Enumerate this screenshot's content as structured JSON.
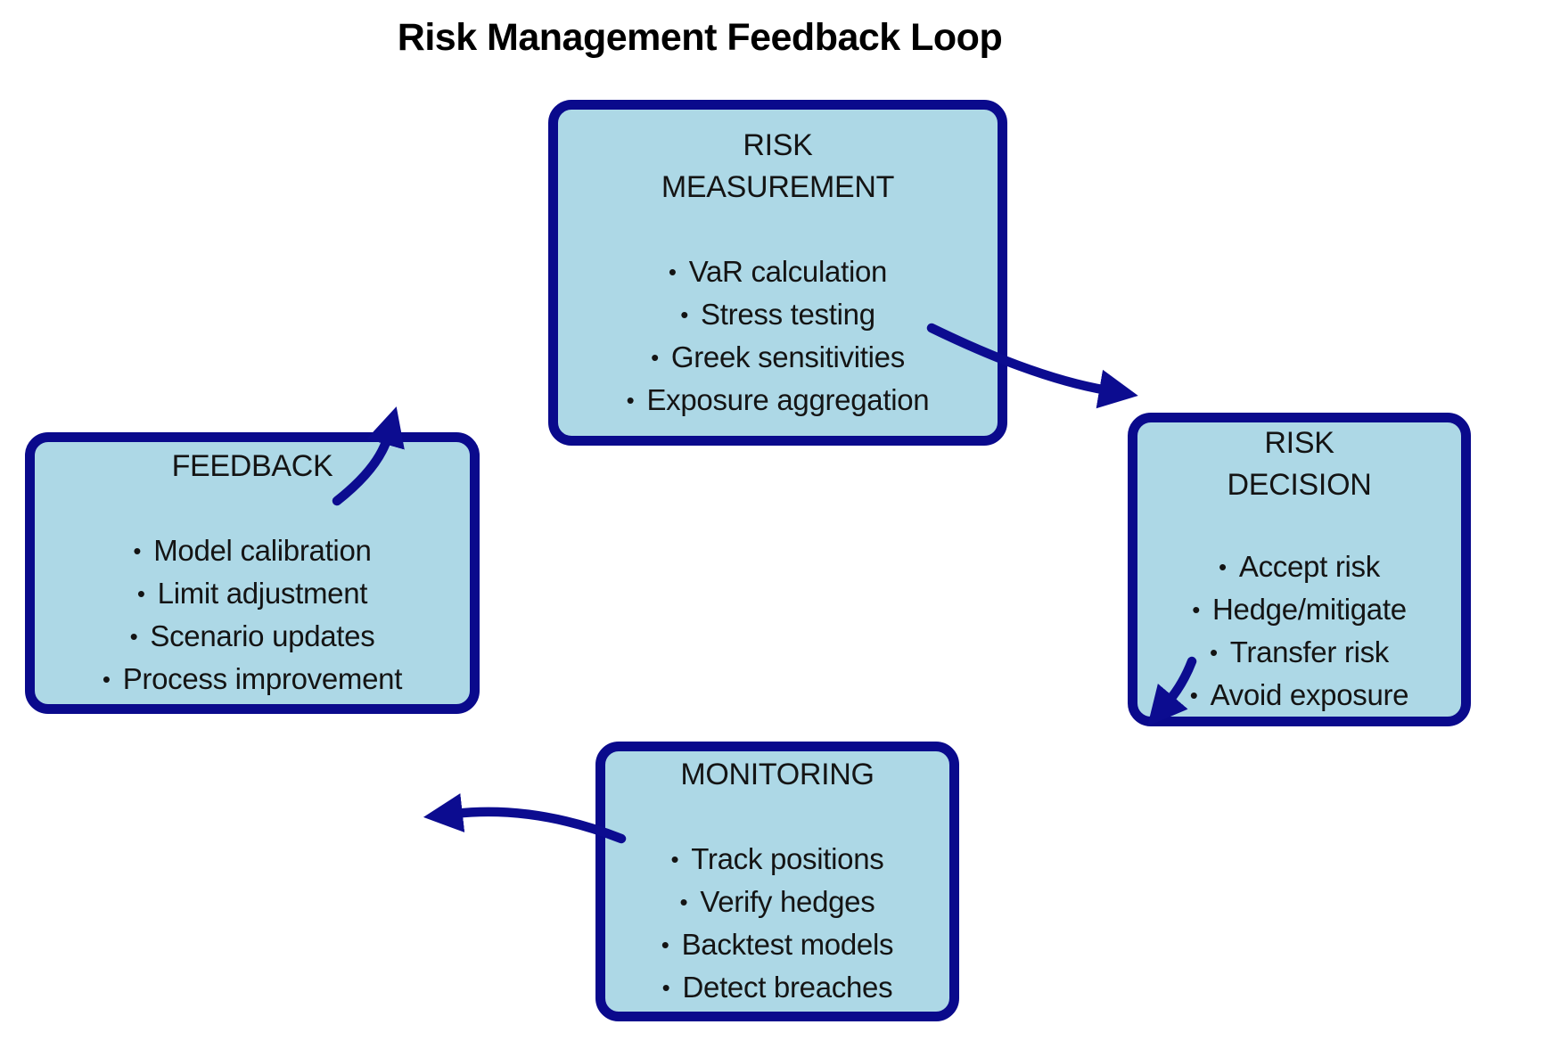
{
  "title": "Risk Management Feedback Loop",
  "ui": {
    "bullet": "•"
  },
  "colors": {
    "background": "#FFFFFF",
    "title-color": "#000000",
    "text-color": "#141414",
    "box-fill": "#ADD8E6",
    "box-border": "#0A0A8C",
    "arrow-color": "#0C0C90"
  },
  "diagram": {
    "type": "cycle",
    "nodes": [
      {
        "id": "risk-measurement",
        "title_lines": [
          "RISK",
          "MEASUREMENT"
        ],
        "items": [
          "VaR calculation",
          "Stress testing",
          "Greek sensitivities",
          "Exposure aggregation"
        ]
      },
      {
        "id": "risk-decision",
        "title_lines": [
          "RISK",
          "DECISION"
        ],
        "items": [
          "Accept risk",
          "Hedge/mitigate",
          "Transfer risk",
          "Avoid exposure"
        ]
      },
      {
        "id": "monitoring",
        "title_lines": [
          "MONITORING"
        ],
        "items": [
          "Track positions",
          "Verify hedges",
          "Backtest models",
          "Detect breaches"
        ]
      },
      {
        "id": "feedback",
        "title_lines": [
          "FEEDBACK"
        ],
        "items": [
          "Model calibration",
          "Limit adjustment",
          "Scenario updates",
          "Process improvement"
        ]
      }
    ],
    "edges": [
      {
        "from": "risk-measurement",
        "to": "risk-decision"
      },
      {
        "from": "risk-decision",
        "to": "monitoring"
      },
      {
        "from": "monitoring",
        "to": "feedback"
      },
      {
        "from": "feedback",
        "to": "risk-measurement"
      }
    ]
  }
}
